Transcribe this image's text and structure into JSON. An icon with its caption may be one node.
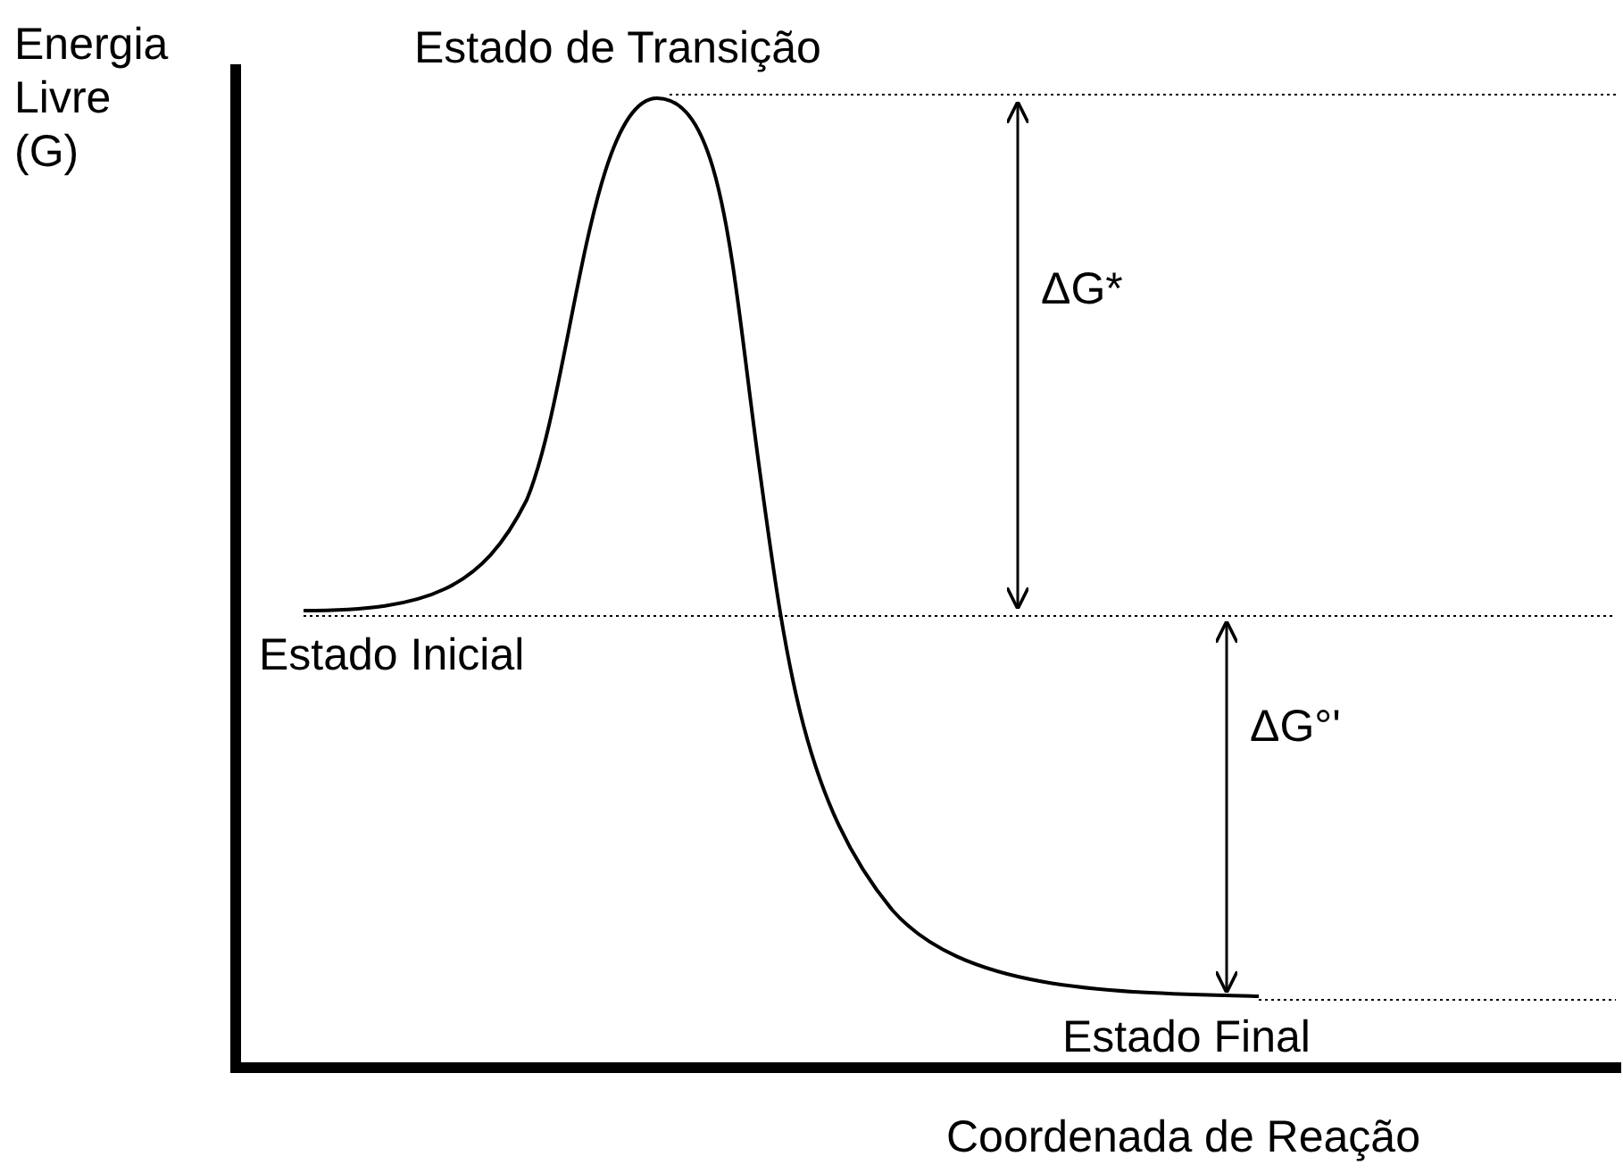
{
  "diagram": {
    "labels": [
      "Estado de Transição",
      "Energia Livre (G)",
      "ΔG*",
      "Estado Inicial",
      "ΔG°'",
      "Estado Final",
      "Coordenada de Reação"
    ]
  }
}
